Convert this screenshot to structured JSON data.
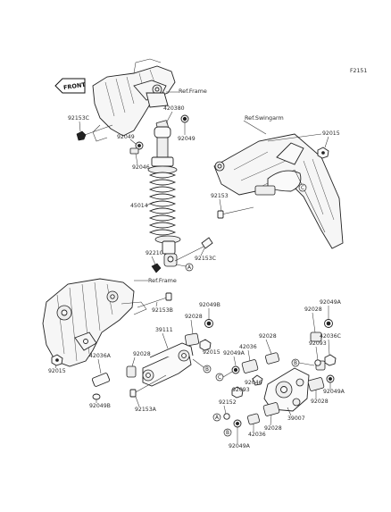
{
  "figure_code": "F2151",
  "front_badge": "FRONT",
  "refs": {
    "frame_top": "Ref.Frame",
    "swingarm": "Ref.Swingarm",
    "frame_bottom": "Ref.Frame"
  },
  "labels": {
    "l92153c_a": "92153C",
    "l420380": "420380",
    "l92049_a": "92049",
    "l92049_b": "92049",
    "l92046": "92046",
    "l45014": "45014",
    "l92210": "92210",
    "l92153c_b": "92153C",
    "l92015_a": "92015",
    "l92153_a": "92153",
    "l92153b": "92153B",
    "l92049b_a": "92049B",
    "l92028_a": "92028",
    "l39111": "39111",
    "l92028_b": "92028",
    "l92015_b": "92015",
    "l92015_c": "92015",
    "l42036a": "42036A",
    "l92049b_b": "92049B",
    "l92153a": "92153A",
    "l92049a_a": "92049A",
    "l42036_a": "42036",
    "l92028_c": "92028",
    "l92093_a": "92093",
    "l92046_b": "92046",
    "l92152": "92152",
    "l92049a_b": "92049A",
    "l42036_b": "42036",
    "l92028_d": "92028",
    "l39007": "39007",
    "l92049a_c": "92049A",
    "l92028_e": "92028",
    "l92093_b": "92093",
    "l42036c": "42036C",
    "l92049a_d": "92049A",
    "l92028_f": "92028"
  },
  "callouts": {
    "a": "A",
    "b": "B",
    "c": "C"
  }
}
